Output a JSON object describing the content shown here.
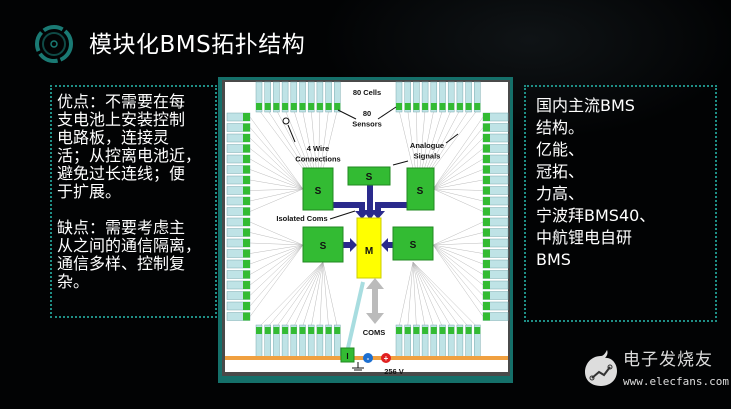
{
  "slide": {
    "title": "模块化BMS拓扑结构",
    "left_panel": {
      "pros": [
        "优点：不需要在每",
        "支电池上安装控制",
        "电路板，连接灵",
        "活；从控离电池近，",
        "避免过长连线；便",
        "于扩展。"
      ],
      "cons": [
        "缺点：需要考虑主",
        "从之间的通信隔离，",
        "通信多样、控制复",
        "杂。"
      ]
    },
    "right_panel": {
      "lines": [
        "国内主流BMS",
        "结构。",
        "亿能、",
        "冠拓、",
        "力高、",
        "宁波拜BMS40、",
        "中航锂电自研",
        "BMS"
      ]
    },
    "diagram": {
      "cells_label": "80 Cells",
      "sensors_label_1": "80",
      "sensors_label_2": "Sensors",
      "wire_label_1": "4 Wire",
      "wire_label_2": "Connections",
      "analogue_label_1": "Analogue",
      "analogue_label_2": "Signals",
      "isolated_label": "Isolated Coms",
      "slave_label": "S",
      "master_label": "M",
      "coms_label": "COMS",
      "isolator_label": "I",
      "minus_label": "-",
      "plus_label": "+",
      "voltage_label": "256 V"
    },
    "watermark": {
      "name": "电子发烧友",
      "url": "www.elecfans.com"
    }
  },
  "colors": {
    "accent": "#1f8f86",
    "slave": "#33bb33",
    "master": "#ffff00",
    "arrow": "#2a2a8c"
  }
}
